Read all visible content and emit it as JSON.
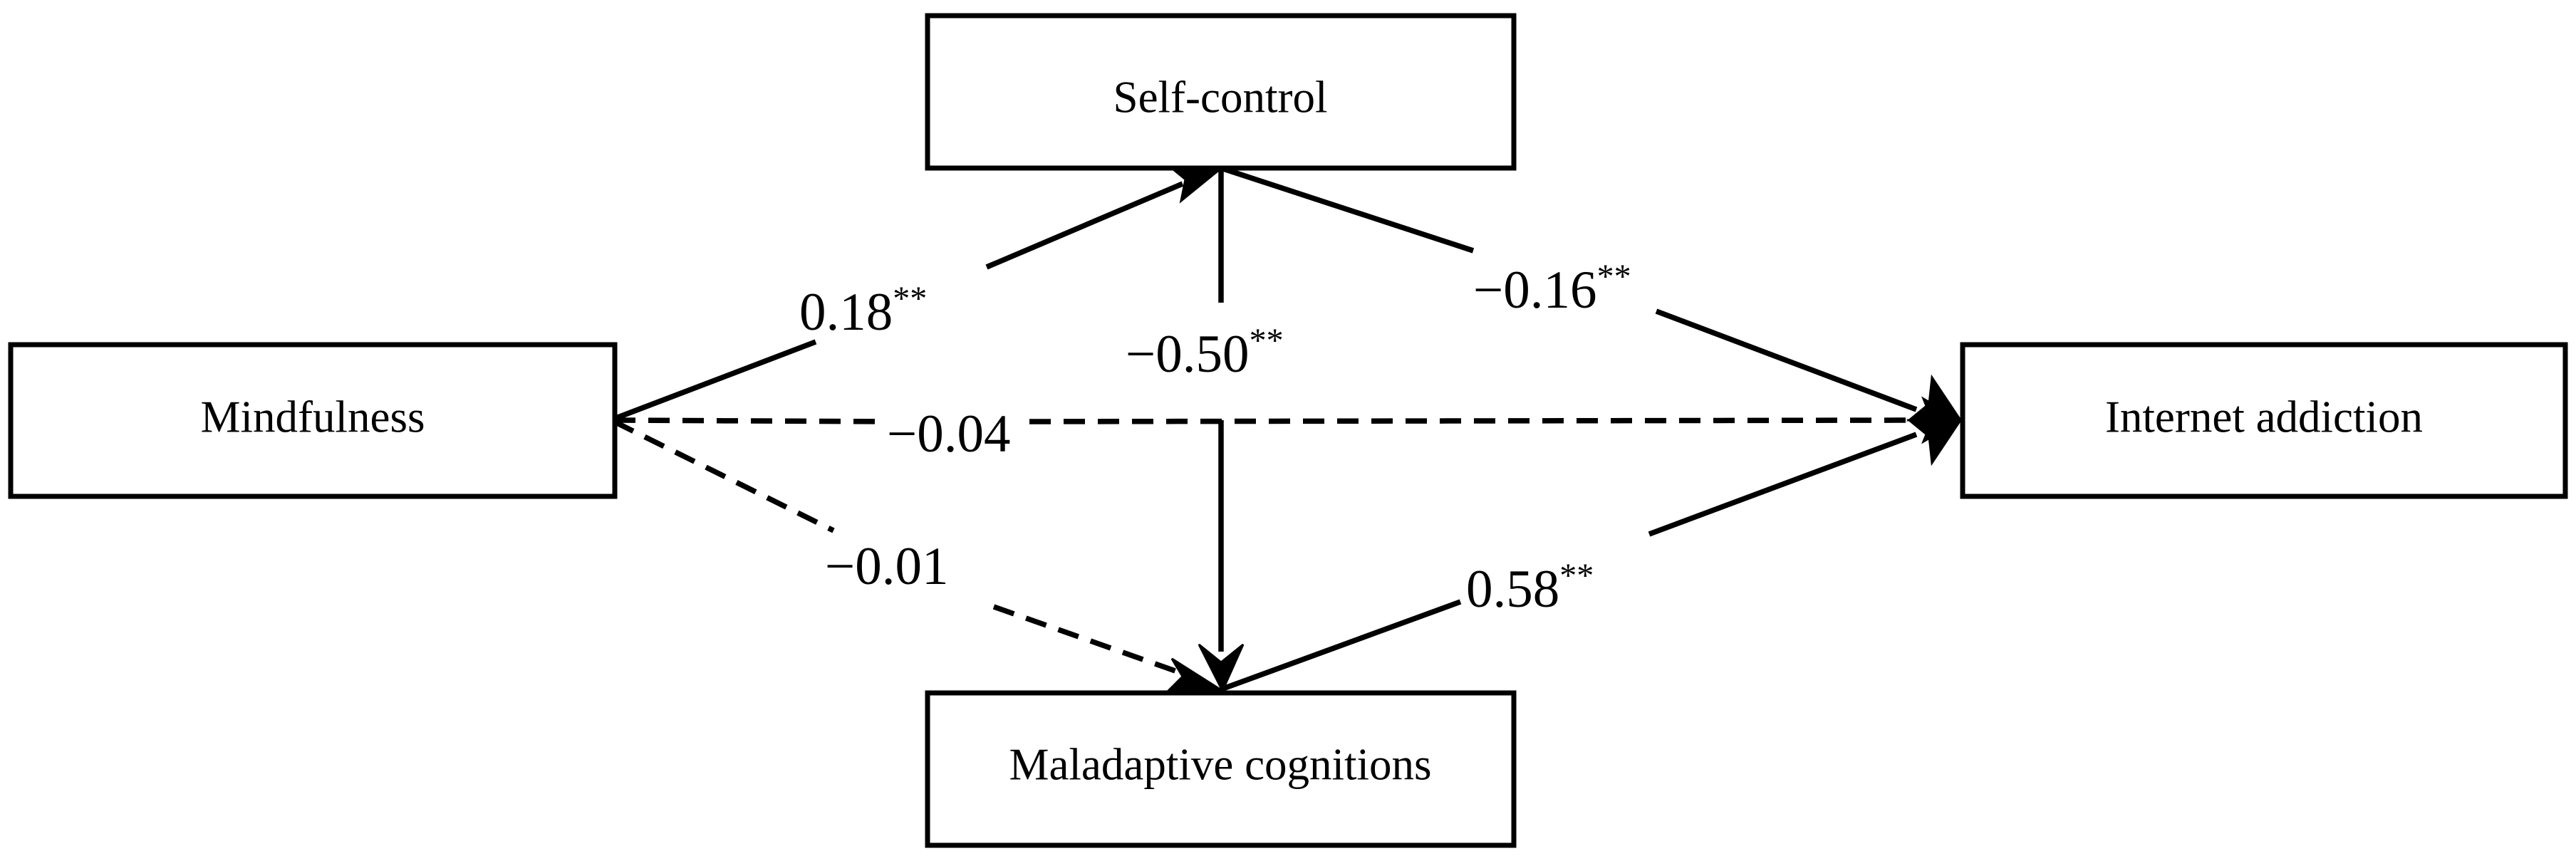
{
  "nodes": {
    "self_control": "Self-control",
    "mindfulness": "Mindfulness",
    "internet_addiction": "Internet addiction",
    "maladaptive_cognitions": "Maladaptive cognitions"
  },
  "paths": {
    "mindfulness_to_self_control": {
      "value": "0.18",
      "sig": "**",
      "style": "solid"
    },
    "self_control_to_internet_addiction": {
      "value": "−0.16",
      "sig": "**",
      "style": "solid"
    },
    "self_control_to_maladaptive_cognitions": {
      "value": "−0.50",
      "sig": "**",
      "style": "solid"
    },
    "mindfulness_to_internet_addiction": {
      "value": "−0.04",
      "sig": "",
      "style": "dashed"
    },
    "mindfulness_to_maladaptive_cognitions": {
      "value": "−0.01",
      "sig": "",
      "style": "dashed"
    },
    "maladaptive_cognitions_to_internet_addiction": {
      "value": "0.58",
      "sig": "**",
      "style": "solid"
    }
  },
  "colors": {
    "line": "#000000",
    "background": "#ffffff"
  }
}
